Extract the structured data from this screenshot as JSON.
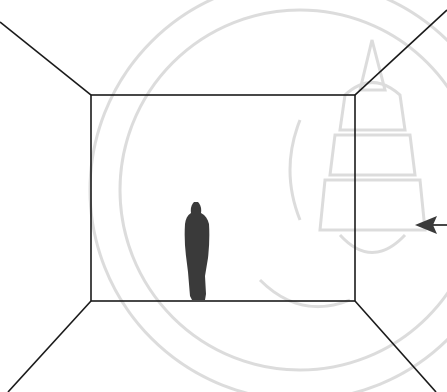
{
  "diagram": {
    "type": "one-point-perspective-room",
    "elements": [
      "back-wall",
      "wall-floor-ceiling-edges",
      "human-figure",
      "arrow",
      "watermark-seal"
    ],
    "colors": {
      "line": "#1a1a1a",
      "figure": "#3a3a3a",
      "watermark": "#d9d9d9",
      "background": "#ffffff"
    }
  }
}
